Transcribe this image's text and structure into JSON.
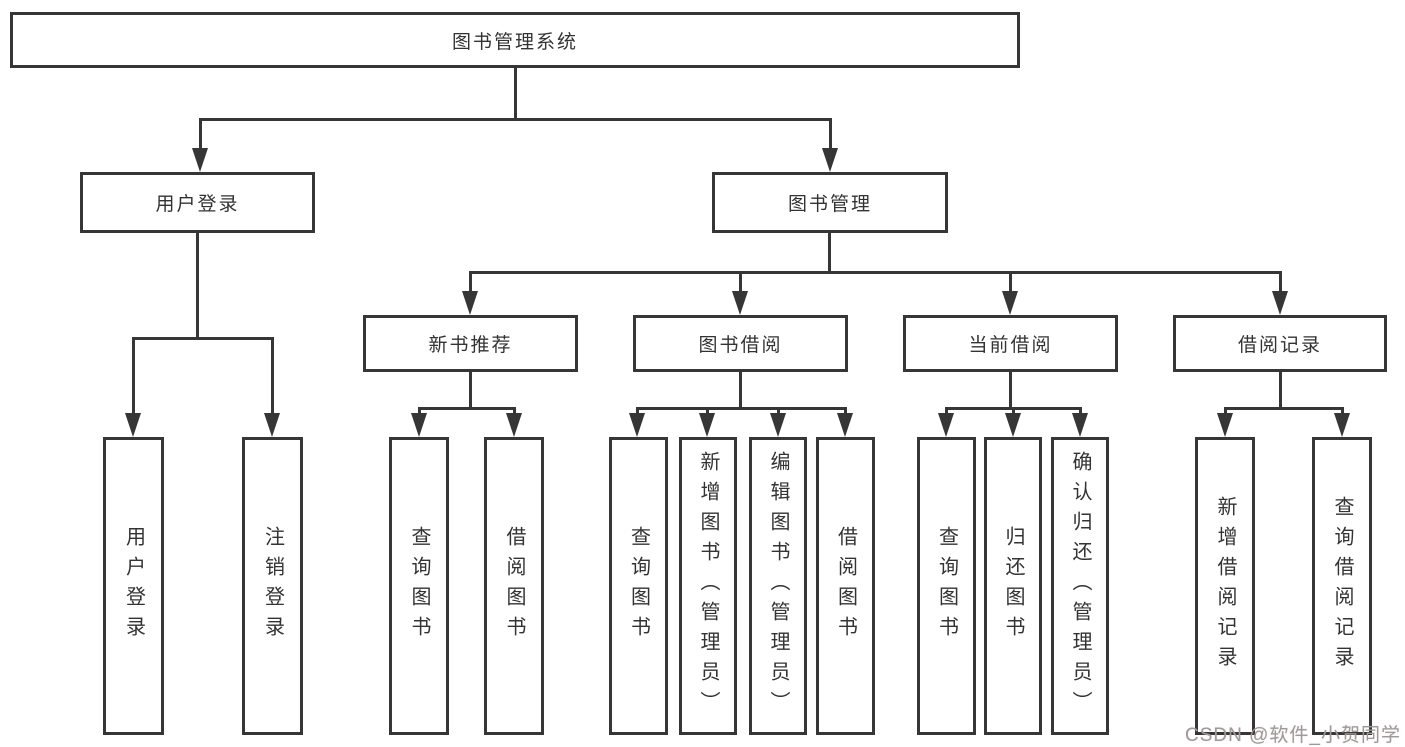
{
  "diagram": {
    "root": "图书管理系统",
    "branches": {
      "user_login": "用户登录",
      "book_mgmt": "图书管理",
      "new_book": "新书推荐",
      "book_borrow": "图书借阅",
      "current_borrow": "当前借阅",
      "borrow_record": "借阅记录"
    },
    "leaves": {
      "user_login": "用户登录",
      "logout": "注销登录",
      "nb_query": "查询图书",
      "nb_borrow": "借阅图书",
      "bb_query": "查询图书",
      "bb_add": "新增图书（管理员）",
      "bb_edit": "编辑图书（管理员）",
      "bb_borrow": "借阅图书",
      "cb_query": "查询图书",
      "cb_return": "归还图书",
      "cb_confirm": "确认归还（管理员）",
      "br_add": "新增借阅记录",
      "br_query": "查询借阅记录"
    }
  },
  "watermark": "CSDN @软件_小贺同学",
  "colors": {
    "line": "#363636",
    "text": "#333333",
    "watermark": "#9b9b9b",
    "background": "#ffffff"
  }
}
